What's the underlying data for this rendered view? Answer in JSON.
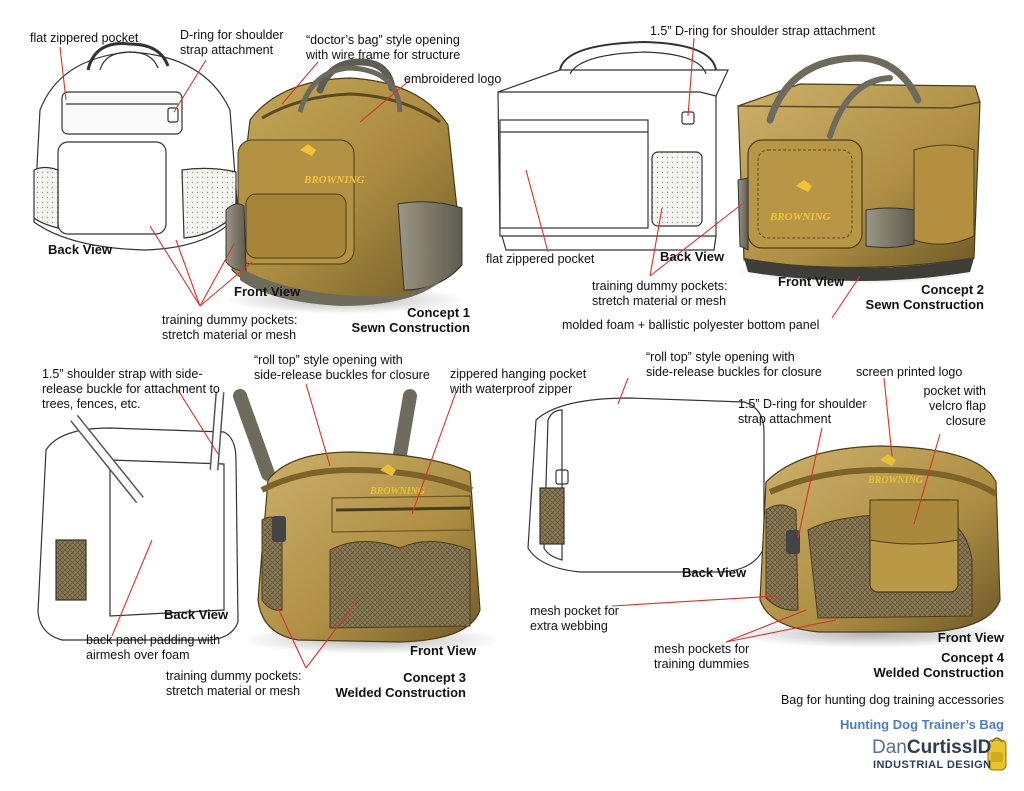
{
  "concept1": {
    "callouts": {
      "flat_pocket": "flat zippered pocket",
      "dring_line1": "D-ring for shoulder",
      "dring_line2": "strap attachment",
      "doctor_line1": "“doctor’s bag” style opening",
      "doctor_line2": "with wire frame for structure",
      "logo": "embroidered logo",
      "pockets_line1": "training dummy pockets:",
      "pockets_line2": "stretch material or mesh"
    },
    "back_view": "Back View",
    "front_view": "Front View",
    "title": "Concept 1",
    "construction": "Sewn Construction"
  },
  "concept2": {
    "callouts": {
      "dring": "1.5” D-ring for shoulder strap attachment",
      "flat_pocket": "flat zippered pocket",
      "pockets_line1": "training dummy pockets:",
      "pockets_line2": "stretch material or mesh",
      "bottom_panel": "molded foam + ballistic polyester bottom panel"
    },
    "back_view": "Back View",
    "front_view": "Front View",
    "title": "Concept 2",
    "construction": "Sewn Construction"
  },
  "concept3": {
    "callouts": {
      "strap_line1": "1.5” shoulder strap with side-",
      "strap_line2": "release buckle for attachment to",
      "strap_line3": "trees, fences, etc.",
      "rolltop_line1": "“roll top” style opening with",
      "rolltop_line2": "side-release buckles for closure",
      "hanging_line1": "zippered hanging pocket",
      "hanging_line2": "with waterproof zipper",
      "padding_line1": "back panel padding with",
      "padding_line2": "airmesh over foam",
      "pockets_line1": "training dummy pockets:",
      "pockets_line2": "stretch material or mesh"
    },
    "back_view": "Back View",
    "front_view": "Front View",
    "title": "Concept 3",
    "construction": "Welded Construction"
  },
  "concept4": {
    "callouts": {
      "rolltop_line1": "“roll top” style opening with",
      "rolltop_line2": "side-release buckles for closure",
      "screen_logo": "screen printed logo",
      "velcro_line1": "pocket with",
      "velcro_line2": "velcro flap",
      "velcro_line3": "closure",
      "dring_line1": "1.5” D-ring for shoulder",
      "dring_line2": "strap attachment",
      "webbing_line1": "mesh pocket for",
      "webbing_line2": "extra webbing",
      "mesh_line1": "mesh pockets for",
      "mesh_line2": "training dummies"
    },
    "back_view": "Back View",
    "front_view": "Front View",
    "title": "Concept 4",
    "construction": "Welded Construction"
  },
  "brand_on_bag": "BROWNING",
  "footer": {
    "description": "Bag for hunting dog training accessories",
    "project_title": "Hunting Dog Trainer’s Bag",
    "logo_dan": "Dan",
    "logo_curtiss": "CurtissID",
    "logo_sub": "INDUSTRIAL DESIGN"
  },
  "colors": {
    "tan": "#a8893f",
    "tan_dark": "#7c6329",
    "olive_gray": "#6f6b5c",
    "callout_line": "#d8322d",
    "title_blue": "#4d7fbf",
    "logo_yellow": "#e8c52a"
  }
}
